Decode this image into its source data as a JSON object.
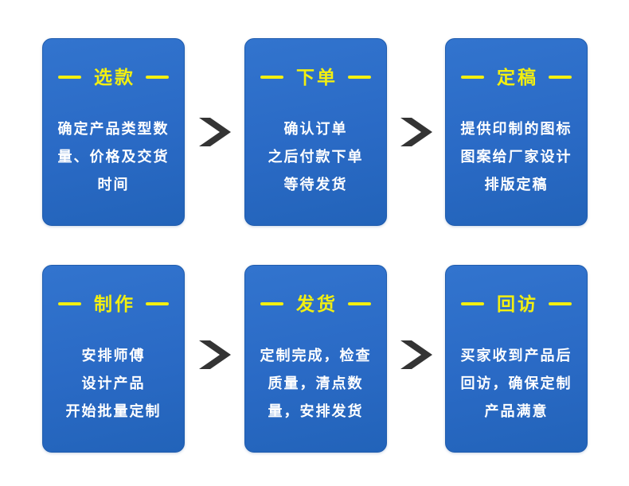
{
  "page": {
    "type": "process-flow-infographic",
    "background": "#ffffff",
    "rows": 2,
    "columns": 3
  },
  "colors": {
    "card_top": "#3274ce",
    "card_mid": "#2a6ac5",
    "card_bottom": "#2263b9",
    "card_border": "#1f5cad",
    "title_yellow": "#f2ef10",
    "body_text": "#ffffff",
    "arrow": "#343434"
  },
  "cards": [
    {
      "step": 1,
      "title": "选款",
      "lines": [
        "确定产品类型数",
        "量、价格及交货",
        "时间"
      ]
    },
    {
      "step": 2,
      "title": "下单",
      "lines": [
        "确认订单",
        "之后付款下单",
        "等待发货"
      ]
    },
    {
      "step": 3,
      "title": "定稿",
      "lines": [
        "提供印制的图标",
        "图案给厂家设计",
        "排版定稿"
      ]
    },
    {
      "step": 4,
      "title": "制作",
      "lines": [
        "安排师傅",
        "设计产品",
        "开始批量定制"
      ]
    },
    {
      "step": 5,
      "title": "发货",
      "lines": [
        "定制完成，检查",
        "质量，清点数",
        "量，安排发货"
      ]
    },
    {
      "step": 6,
      "title": "回访",
      "lines": [
        "买家收到产品后",
        "回访，确保定制",
        "产品满意"
      ]
    }
  ],
  "arrows": {
    "glyph": "right-chevron",
    "count": 4,
    "positions": [
      "between step 1-2",
      "between step 2-3",
      "between step 4-5",
      "between step 5-6"
    ]
  }
}
